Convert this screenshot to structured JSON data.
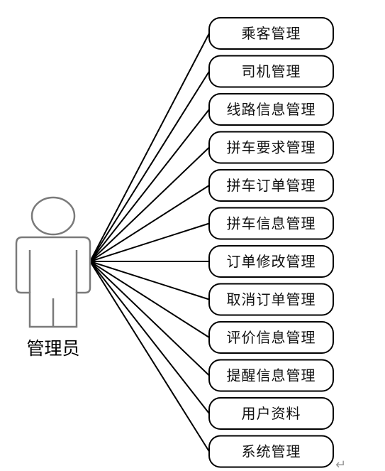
{
  "actor": {
    "label": "管理员",
    "icon": "person-icon"
  },
  "use_cases": [
    {
      "label": "乘客管理"
    },
    {
      "label": "司机管理"
    },
    {
      "label": "线路信息管理"
    },
    {
      "label": "拼车要求管理"
    },
    {
      "label": "拼车订单管理"
    },
    {
      "label": "拼车信息管理"
    },
    {
      "label": "订单修改管理"
    },
    {
      "label": "取消订单管理"
    },
    {
      "label": "评价信息管理"
    },
    {
      "label": "提醒信息管理"
    },
    {
      "label": "用户资料"
    },
    {
      "label": "系统管理"
    }
  ],
  "paragraph_mark": "↵"
}
